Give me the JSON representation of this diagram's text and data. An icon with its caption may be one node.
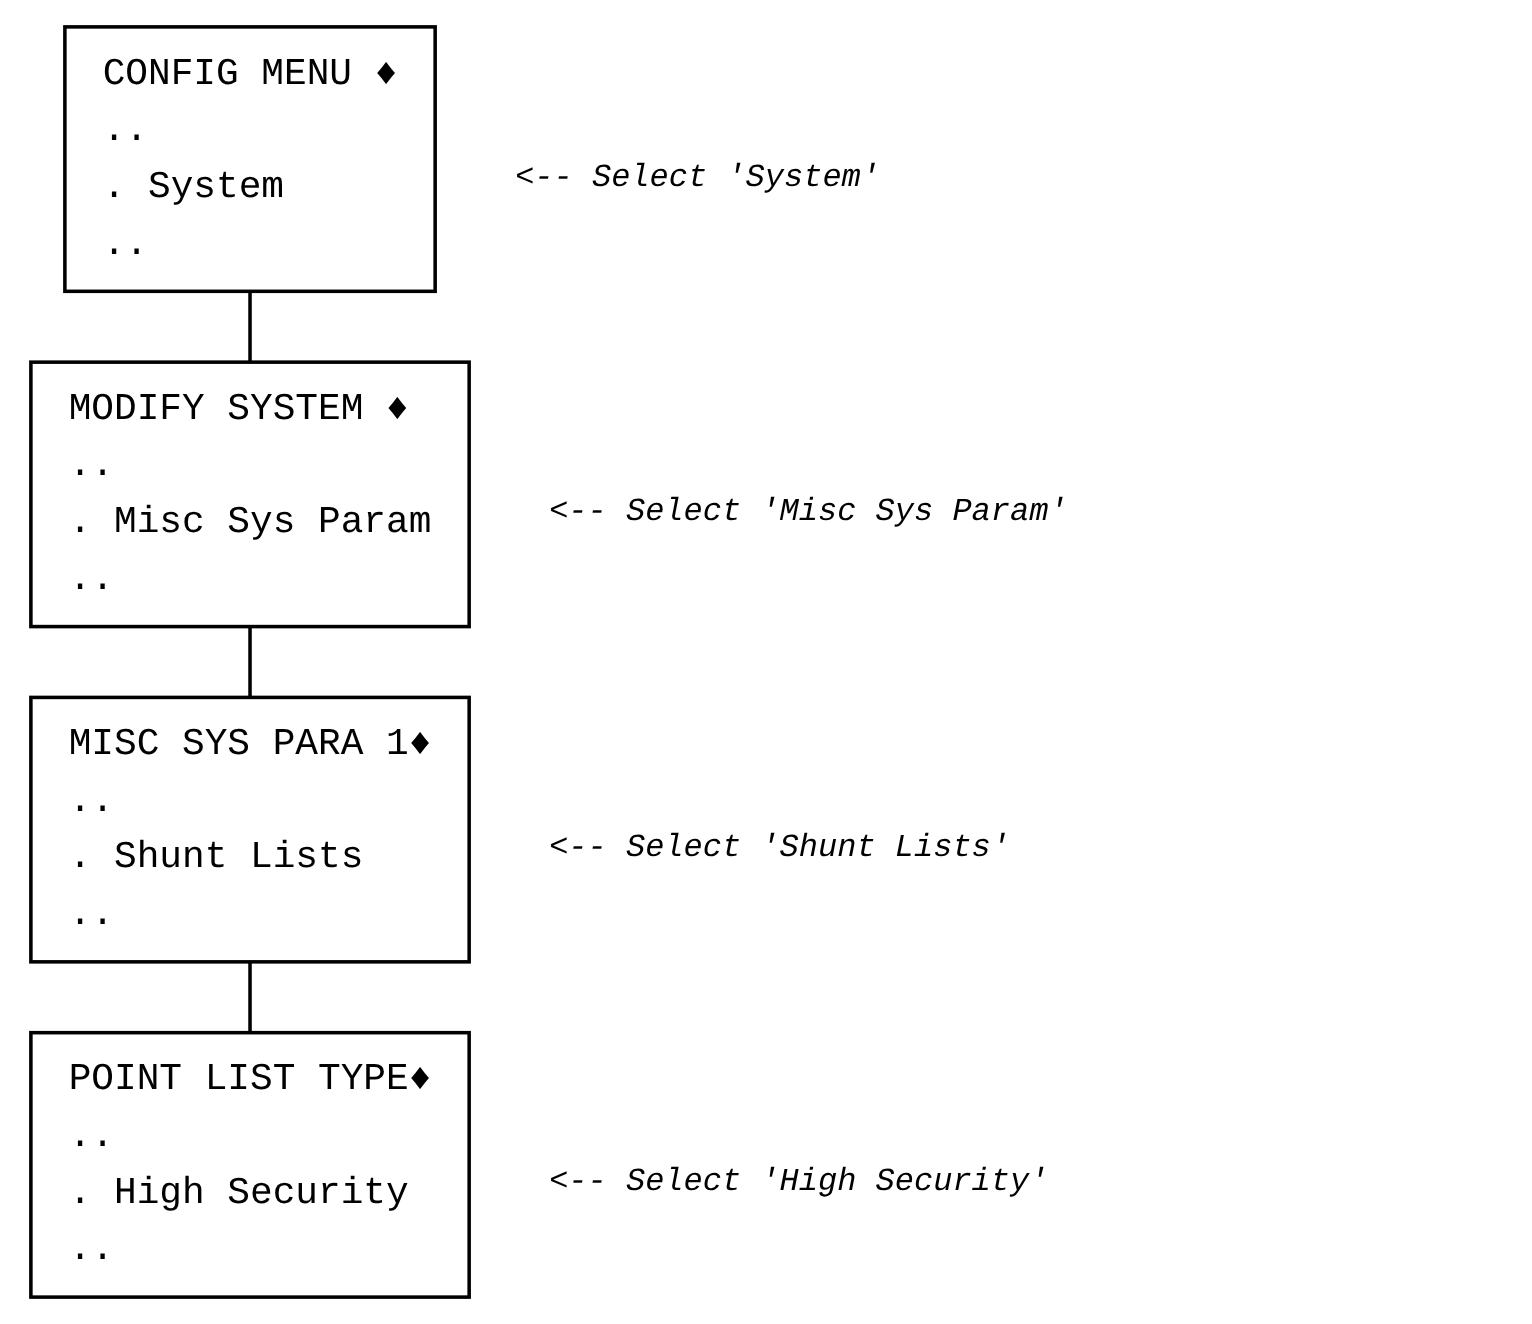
{
  "diagram": {
    "nodes": [
      {
        "text": [
          "CONFIG MENU ♦",
          "..",
          ". System",
          ".."
        ],
        "beside": [
          "<-- Select 'System'"
        ]
      },
      {
        "text": [
          "MODIFY SYSTEM ♦",
          "..",
          ". Misc Sys Param",
          ".."
        ],
        "beside": [
          "<-- Select 'Misc Sys Param'"
        ]
      },
      {
        "text": [
          "MISC SYS PARA 1♦",
          "..",
          ". Shunt Lists",
          ".."
        ],
        "beside": [
          "<-- Select 'Shunt Lists'"
        ]
      },
      {
        "text": [
          "POINT LIST TYPE♦",
          "..",
          ". High Security",
          ".."
        ],
        "beside": [
          "<-- Select 'High Security'"
        ]
      }
    ],
    "edges": [
      {
        "from": 0,
        "to": 1,
        "arrow": "none"
      },
      {
        "from": 1,
        "to": 2,
        "arrow": "none"
      },
      {
        "from": 2,
        "to": 3,
        "arrow": "none"
      }
    ]
  }
}
